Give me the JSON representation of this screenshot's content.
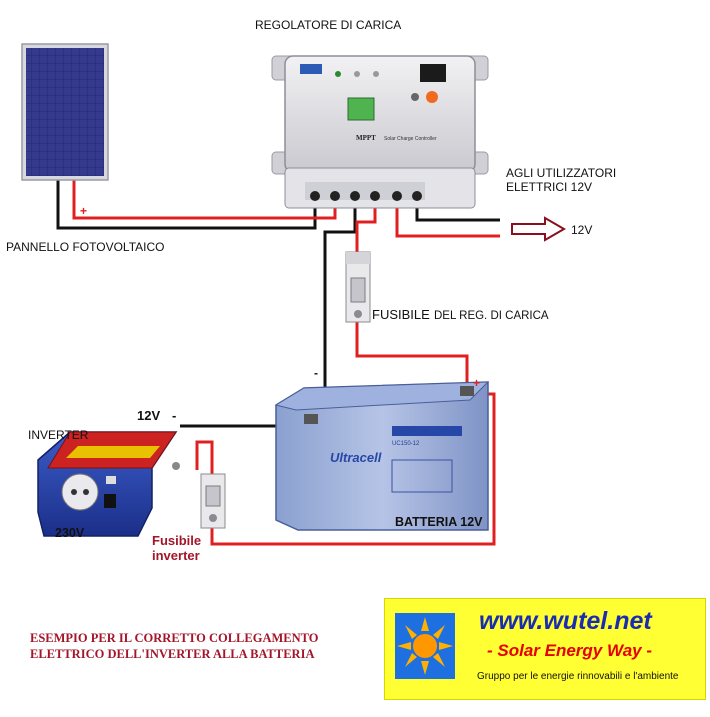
{
  "labels": {
    "regulator": "REGOLATORE DI CARICA",
    "panel": "PANNELLO FOTOVOLTAICO",
    "users_line1": "AGLI UTILIZZATORI",
    "users_line2": "ELETTRICI 12V",
    "out_voltage": "12V",
    "fuse_bold": "FUSIBILE",
    "fuse_rest": "DEL REG. DI CARICA",
    "inverter": "INVERTER",
    "inv_voltage": "12V",
    "inv_minus": "-",
    "inv_ac": "230V",
    "inv_fuse_line1": "Fusibile",
    "inv_fuse_line2": "inverter",
    "battery": "BATTERIA 12V",
    "batt_minus": "-",
    "batt_plus": "+",
    "panel_plus": "+"
  },
  "device_text": {
    "regulator_brand": "MPPT",
    "regulator_sub": "Solar Charge Controller",
    "battery_brand": "Ultracell",
    "battery_model": "UC150-12"
  },
  "footer": {
    "line1": "ESEMPIO PER IL CORRETTO COLLEGAMENTO",
    "line2": "ELETTRICO DELL'INVERTER ALLA BATTERIA"
  },
  "logo": {
    "url": "www.wutel.net",
    "tagline": "- Solar Energy Way -",
    "subtitle": "Gruppo per le energie rinnovabili e l'ambiente"
  },
  "colors": {
    "positive_wire": "#e02020",
    "negative_wire": "#111111",
    "logo_bg": "#ffff33",
    "logo_url": "#1a2db0",
    "logo_tag": "#e60000",
    "footer_text": "#a3162a"
  },
  "icons": [
    "solar-panel-icon",
    "charge-controller-icon",
    "battery-icon",
    "inverter-icon",
    "fuse-icon",
    "arrow-right-icon",
    "sun-icon"
  ]
}
